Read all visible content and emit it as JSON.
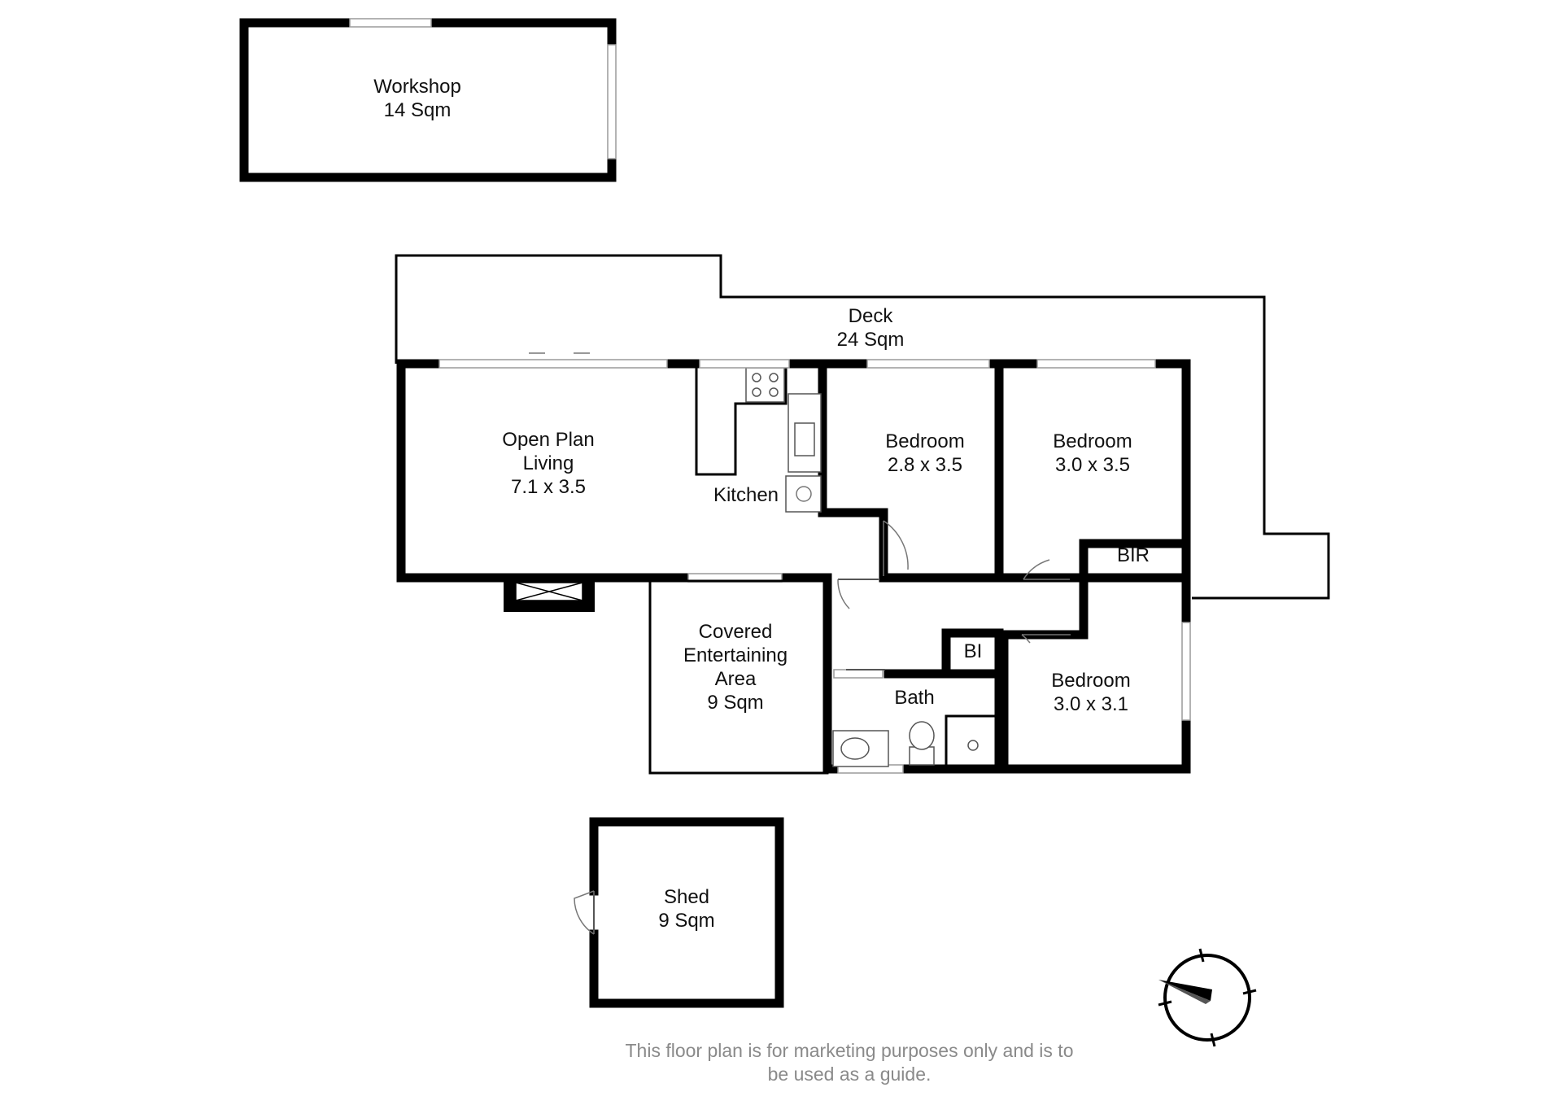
{
  "rooms": {
    "workshop": {
      "name": "Workshop",
      "size": "14 Sqm"
    },
    "deck": {
      "name": "Deck",
      "size": "24 Sqm"
    },
    "living": {
      "line1": "Open Plan",
      "line2": "Living",
      "size": "7.1 x 3.5"
    },
    "kitchen": {
      "name": "Kitchen"
    },
    "bedroom1": {
      "name": "Bedroom",
      "size": "2.8 x 3.5"
    },
    "bedroom2": {
      "name": "Bedroom",
      "size": "3.0 x 3.5"
    },
    "bir": {
      "name": "BIR"
    },
    "covered": {
      "line1": "Covered",
      "line2": "Entertaining",
      "line3": "Area",
      "size": "9 Sqm"
    },
    "bi": {
      "name": "BI"
    },
    "bath": {
      "name": "Bath"
    },
    "bedroom3": {
      "name": "Bedroom",
      "size": "3.0 x 3.1"
    },
    "shed": {
      "name": "Shed",
      "size": "9 Sqm"
    }
  },
  "disclaimer": {
    "line1": "This floor plan is for marketing purposes only and is to",
    "line2": "be used as a guide."
  },
  "icons": [
    "compass-icon",
    "door-swing-icon",
    "window-icon",
    "cooktop-icon",
    "sink-icon",
    "toilet-icon",
    "basin-icon"
  ],
  "colors": {
    "wall": "#000000",
    "text": "#111111",
    "disclaimer": "#8a8a8a",
    "window": "#9a9a9a"
  }
}
